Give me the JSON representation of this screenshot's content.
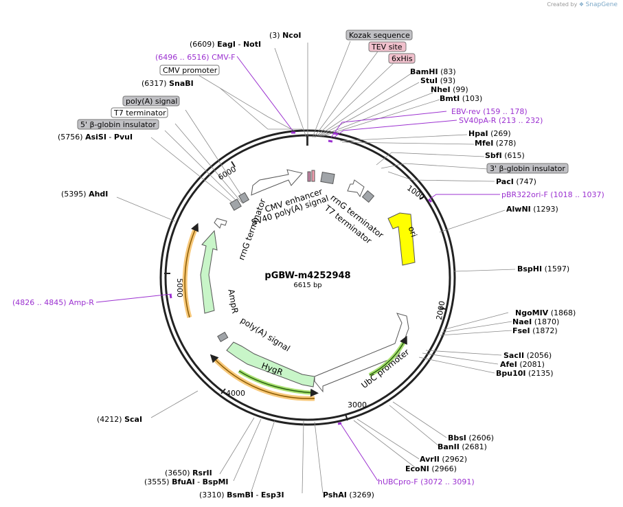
{
  "credit": {
    "prefix": "Created by",
    "brand": "SnapGene"
  },
  "plasmid": {
    "name": "pGBW-m4252948",
    "length_label": "6615 bp",
    "length": 6615
  },
  "colors": {
    "primer": "#9b30d0",
    "ori": "#ffff00",
    "marker": "#c8f5c8",
    "cds_bar": "#f7c87a",
    "box_grey": "#c0c0c4",
    "box_pink": "#f0c0cc"
  },
  "tick_marks": [
    "1000",
    "2000",
    "3000",
    "4000",
    "5000",
    "6000"
  ],
  "enzymes": [
    {
      "pos": "(3)",
      "name": "NcoI"
    },
    {
      "pos": "(6609)",
      "name": "EagI",
      "alt": "NotI"
    },
    {
      "pos": "(6317)",
      "name": "SnaBI"
    },
    {
      "pos": "(5756)",
      "name": "AsiSI",
      "alt": "PvuI"
    },
    {
      "pos": "(5395)",
      "name": "AhdI"
    },
    {
      "pos": "(4212)",
      "name": "ScaI"
    },
    {
      "pos": "(3650)",
      "name": "RsrII"
    },
    {
      "pos": "(3555)",
      "name": "BfuAI",
      "alt": "BspMI"
    },
    {
      "pos": "(3310)",
      "name": "BsmBI",
      "alt": "Esp3I"
    },
    {
      "pos": "(3269)",
      "name": "PshAI"
    },
    {
      "pos": "(83)",
      "name": "BamHI"
    },
    {
      "pos": "(93)",
      "name": "StuI"
    },
    {
      "pos": "(99)",
      "name": "NheI"
    },
    {
      "pos": "(103)",
      "name": "BmtI"
    },
    {
      "pos": "(269)",
      "name": "HpaI"
    },
    {
      "pos": "(278)",
      "name": "MfeI"
    },
    {
      "pos": "(615)",
      "name": "SbfI"
    },
    {
      "pos": "(747)",
      "name": "PacI"
    },
    {
      "pos": "(1293)",
      "name": "AlwNI"
    },
    {
      "pos": "(1597)",
      "name": "BspHI"
    },
    {
      "pos": "(1868)",
      "name": "NgoMIV"
    },
    {
      "pos": "(1870)",
      "name": "NaeI"
    },
    {
      "pos": "(1872)",
      "name": "FseI"
    },
    {
      "pos": "(2056)",
      "name": "SacII"
    },
    {
      "pos": "(2081)",
      "name": "AfeI"
    },
    {
      "pos": "(2135)",
      "name": "Bpu10I"
    },
    {
      "pos": "(2606)",
      "name": "BbsI"
    },
    {
      "pos": "(2681)",
      "name": "BanII"
    },
    {
      "pos": "(2962)",
      "name": "AvrII"
    },
    {
      "pos": "(2966)",
      "name": "EcoNI"
    }
  ],
  "primers": [
    {
      "range": "(6496 .. 6516)",
      "name": "CMV-F"
    },
    {
      "range": "(4826 .. 4845)",
      "name": "Amp-R"
    },
    {
      "range": "(159 .. 178)",
      "name": "EBV-rev"
    },
    {
      "range": "(213 .. 232)",
      "name": "SV40pA-R"
    },
    {
      "range": "(1018 .. 1037)",
      "name": "pBR322ori-F"
    },
    {
      "range": "(3072 .. 3091)",
      "name": "hUBCpro-F"
    }
  ],
  "boxed_features": [
    {
      "name": "CMV promoter"
    },
    {
      "name": "poly(A) signal"
    },
    {
      "name": "T7 terminator"
    },
    {
      "name": "5' β-globin insulator"
    },
    {
      "name": "Kozak sequence"
    },
    {
      "name": "TEV site"
    },
    {
      "name": "6xHis"
    },
    {
      "name": "3' β-globin insulator"
    }
  ],
  "inner_features": [
    {
      "name": "CMV enhancer"
    },
    {
      "name": "SV40 poly(A) signal"
    },
    {
      "name": "rrnG terminator"
    },
    {
      "name": "T7 terminator"
    },
    {
      "name": "rrnG terminator"
    },
    {
      "name": "ori"
    },
    {
      "name": "UbC promoter"
    },
    {
      "name": "poly(A) signal"
    },
    {
      "name": "HygR"
    },
    {
      "name": "AmpR"
    }
  ]
}
